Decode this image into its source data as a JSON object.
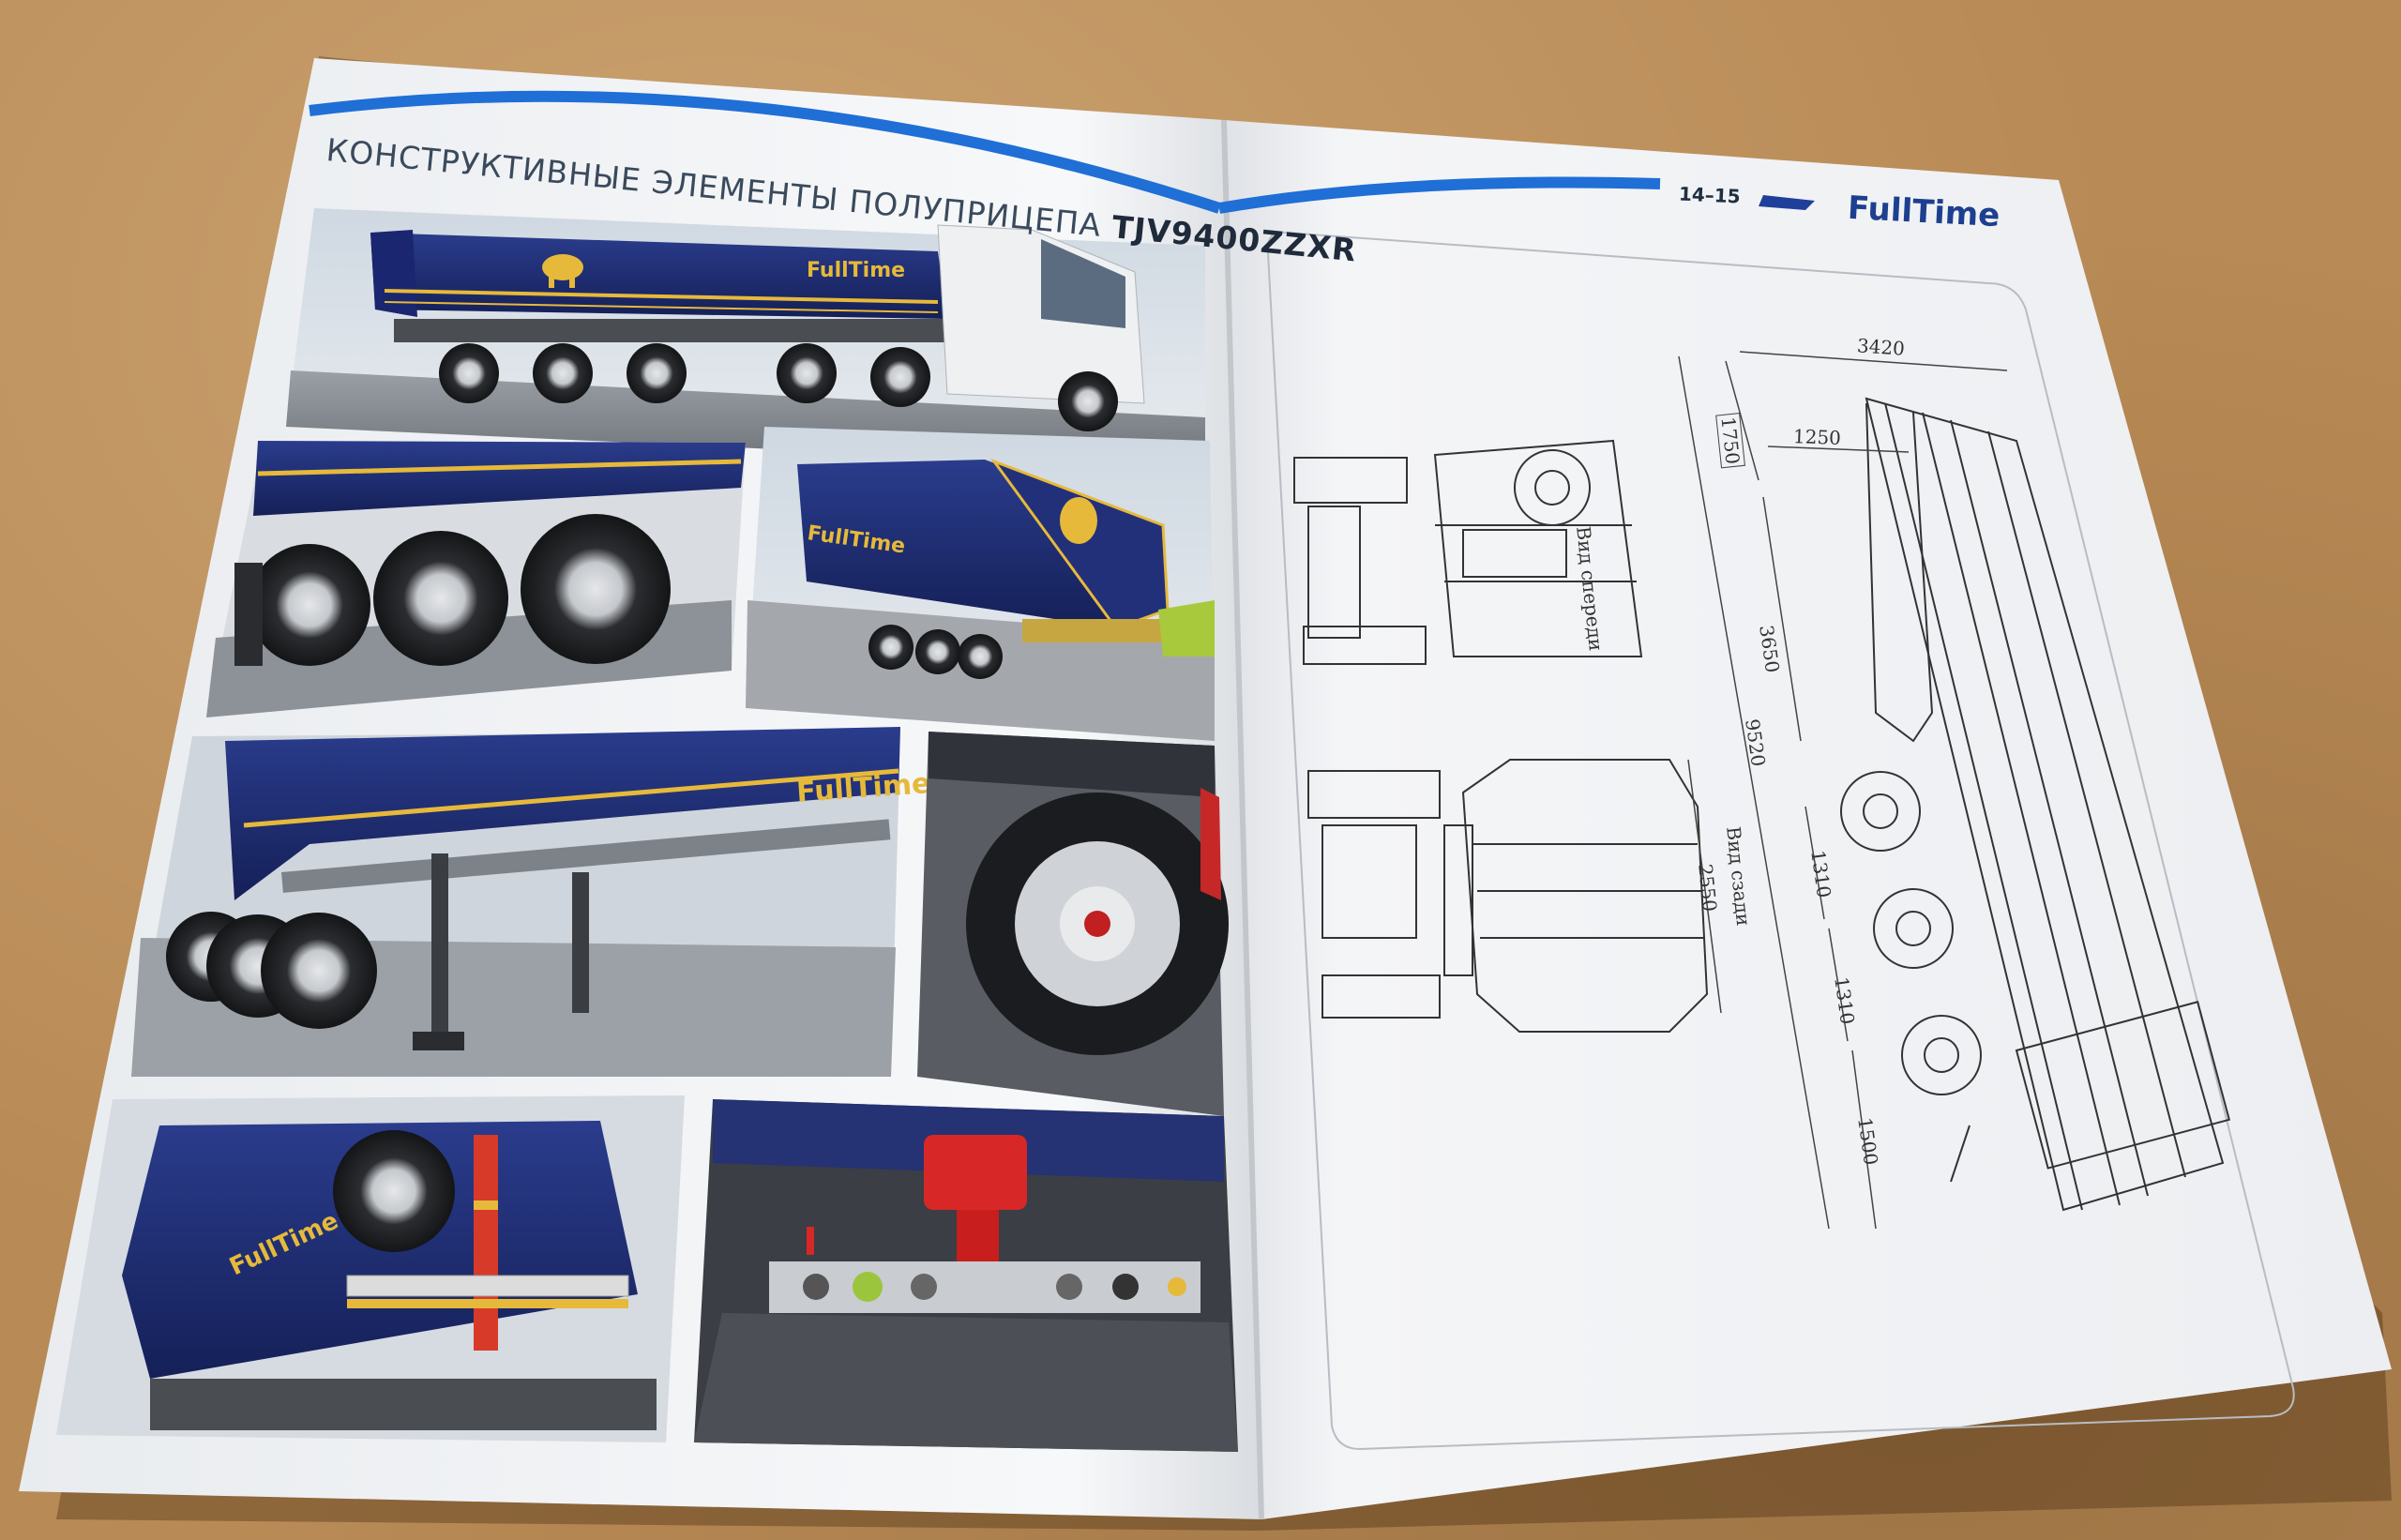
{
  "header": {
    "title_prefix": "КОНСТРУКТИВНЫЕ ЭЛЕМЕНТЫ ПОЛУПРИЦЕПА",
    "title_model": "TJV9400ZZXR",
    "page_numbers": "14–15",
    "brand": "FullTime"
  },
  "photos": {
    "trailer_logo": "FullTime"
  },
  "drawing": {
    "front_view_label": "Вид спереди",
    "rear_view_label": "Вид сзади",
    "dimensions": {
      "top_width": "3420",
      "kingpin_offset": "1250",
      "height_small": "1750",
      "section_a": "3650",
      "overall": "9520",
      "axle_1": "1310",
      "axle_2": "1310",
      "rear_overhang": "1500",
      "width": "2550"
    }
  },
  "colors": {
    "accent_blue": "#1f6fd6",
    "navy": "#1b2a6b",
    "brand_blue": "#1d3f8f",
    "yellow": "#e6b93a"
  }
}
